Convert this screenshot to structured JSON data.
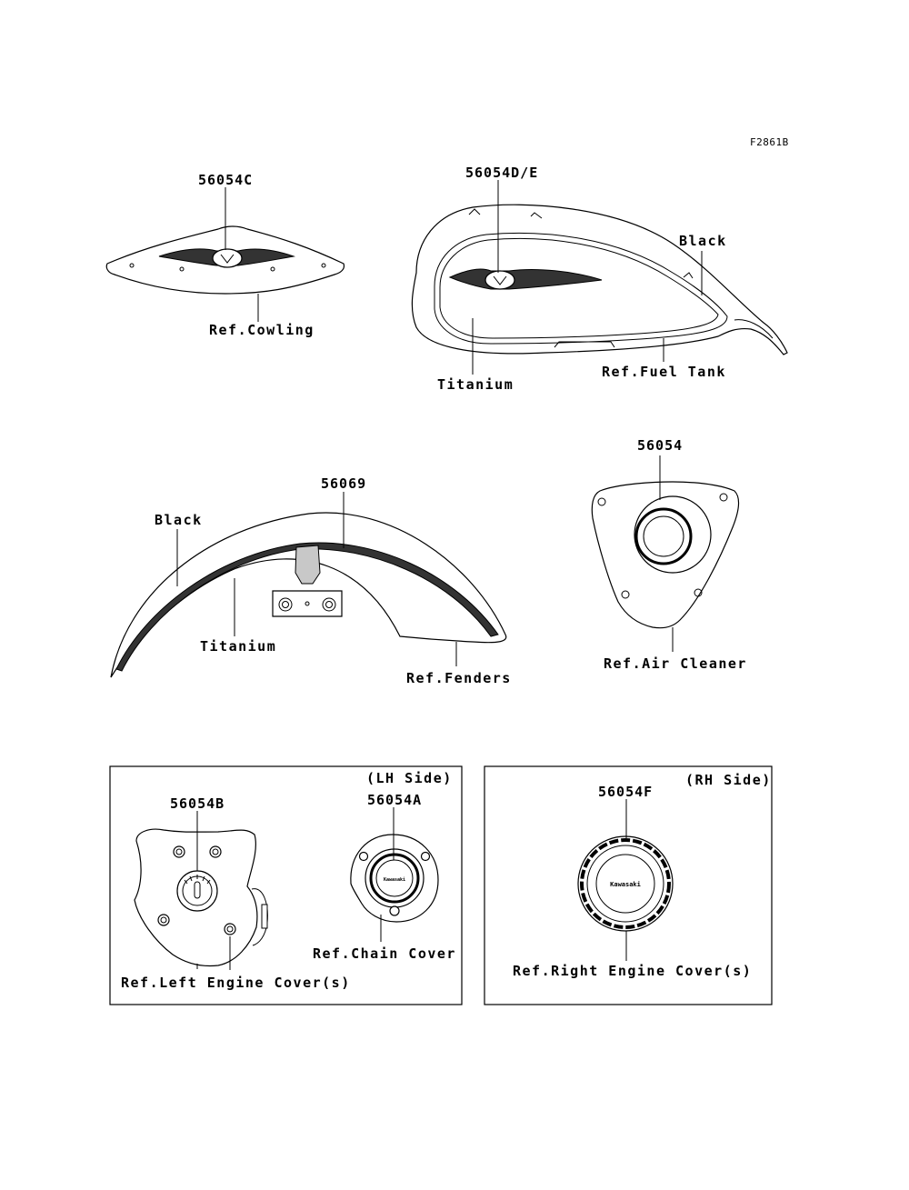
{
  "figure_code": "F2861B",
  "cowling": {
    "part_no": "56054C",
    "ref": "Ref.Cowling"
  },
  "fuel_tank": {
    "part_no": "56054D/E",
    "color_black": "Black",
    "color_titanium": "Titanium",
    "ref": "Ref.Fuel Tank"
  },
  "fender": {
    "part_no": "56069",
    "color_black": "Black",
    "color_titanium": "Titanium",
    "ref": "Ref.Fenders"
  },
  "air_cleaner": {
    "part_no": "56054",
    "ref": "Ref.Air Cleaner"
  },
  "lh_box": {
    "side_label": "(LH Side)",
    "left_cover": {
      "part_no": "56054B",
      "ref": "Ref.Left Engine Cover(s)"
    },
    "chain_cover": {
      "part_no": "56054A",
      "ref": "Ref.Chain Cover"
    }
  },
  "rh_box": {
    "side_label": "(RH Side)",
    "right_cover": {
      "part_no": "56054F",
      "ref": "Ref.Right Engine Cover(s)"
    }
  },
  "brand_text": "Kawasaki"
}
